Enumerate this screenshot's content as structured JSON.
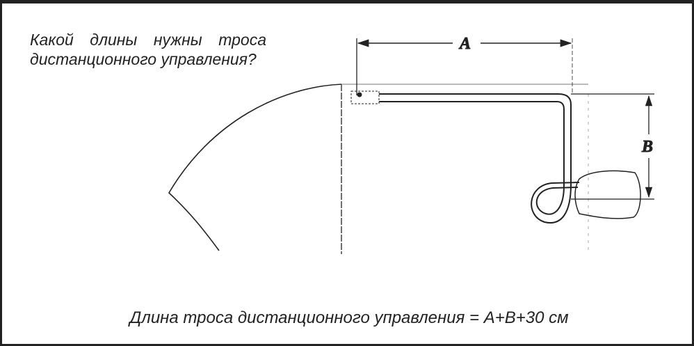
{
  "question": "Какой длины нужны троса дистанционного управления?",
  "labels": {
    "a": "A",
    "b": "B"
  },
  "formula": "Длина троса дистанционного управления = A+B+30 см"
}
